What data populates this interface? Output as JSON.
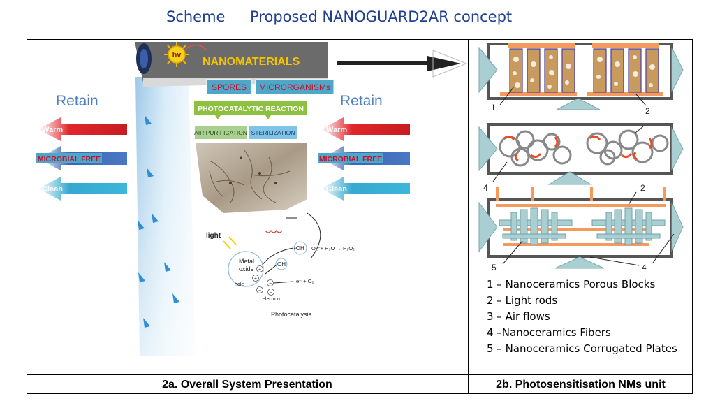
{
  "header": {
    "scheme": "Scheme",
    "concept": "Proposed NANOGUARD2AR concept"
  },
  "left_panel": {
    "caption": "2a. Overall System Presentation",
    "banner": "NANOMATERIALS",
    "sun_label": "hv",
    "tags": [
      "SPORES",
      "MICRORGANISMs"
    ],
    "photocatalytic_title": "PHOTOCATALYTIC REACTION",
    "sub_tabs": [
      "AIR PURIFICATION",
      "STERILIZATION"
    ],
    "retain_left": "Retain",
    "retain_right": "Retain",
    "arrows": [
      "Warm",
      "MICROBIAL FREE",
      "Clean"
    ],
    "photocatalysis": {
      "light": "light",
      "metal_oxide_1": "Metal",
      "metal_oxide_2": "oxide",
      "hole": "hole",
      "electron": "electron",
      "oh_radical": "•OH",
      "oh": "OH",
      "reaction_1": "O₂⁻+ H₂O → H₂O₂",
      "reaction_2": "e⁻ + O₂",
      "footer": "Photocatalysis"
    }
  },
  "right_panel": {
    "caption": "2b. Photosensitisation NMs unit",
    "callouts": [
      "1",
      "2",
      "4",
      "2",
      "5",
      "4"
    ],
    "legend": [
      "1 – Nanoceramics Porous Blocks",
      "2 – Light rods",
      "3 – Air flows",
      "4 –Nanoceramics Fibers",
      "5 – Nanoceramics Corrugated Plates"
    ]
  },
  "colors": {
    "title": "#1f3f8f",
    "warm": "#e0262a",
    "microbial": "#3a67b5",
    "clean": "#35a9cf",
    "retain": "#4f80bd",
    "banner_text": "#f5c400",
    "orange_rod": "#f39a5c",
    "teal_shape": "#a9cfd3"
  }
}
